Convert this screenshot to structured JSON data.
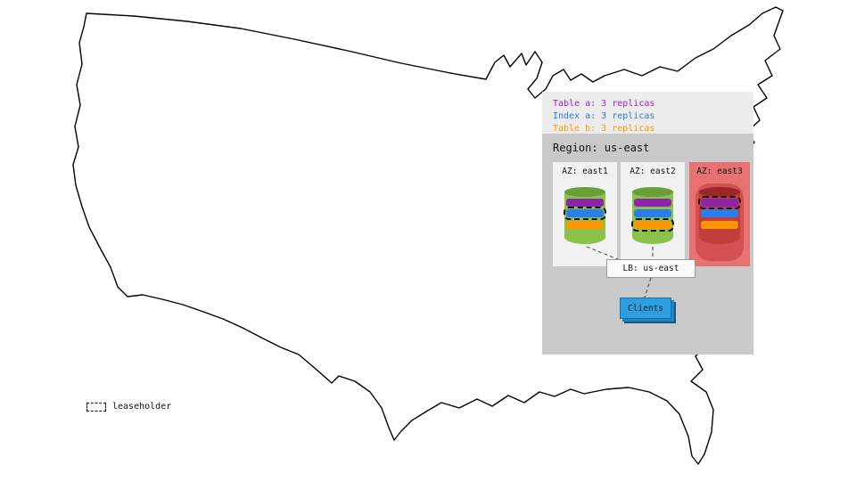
{
  "legend": {
    "items": [
      {
        "label": "Table a: 3 replicas",
        "color": "#aa22cc"
      },
      {
        "label": "Index a: 3 replicas",
        "color": "#2b7de9"
      },
      {
        "label": "Table b: 3 replicas",
        "color": "#ff9800"
      }
    ]
  },
  "region": {
    "title": "Region: us-east",
    "azs": [
      {
        "label": "AZ: east1",
        "status": "normal",
        "leaseholder": "index-a"
      },
      {
        "label": "AZ: east2",
        "status": "normal",
        "leaseholder": "table-b"
      },
      {
        "label": "AZ: east3",
        "status": "failed",
        "leaseholder": "table-a"
      }
    ],
    "lb_label": "LB: us-east",
    "clients_label": "Clients"
  },
  "map_key": {
    "label": "leaseholder"
  },
  "colors": {
    "table_a": "#8e24aa",
    "index_a": "#2b7de9",
    "table_b": "#ff9800",
    "legend_bg": "#ececec",
    "region_bg": "#c9c9c9",
    "az_bg": "#f2f2f2",
    "az_failed_bg": "#e87272",
    "cylinder_green": "#8bc34a",
    "cylinder_green_top": "#689f38",
    "cylinder_red": "#c43c3c",
    "clients_blue": "#2b9fe0"
  }
}
